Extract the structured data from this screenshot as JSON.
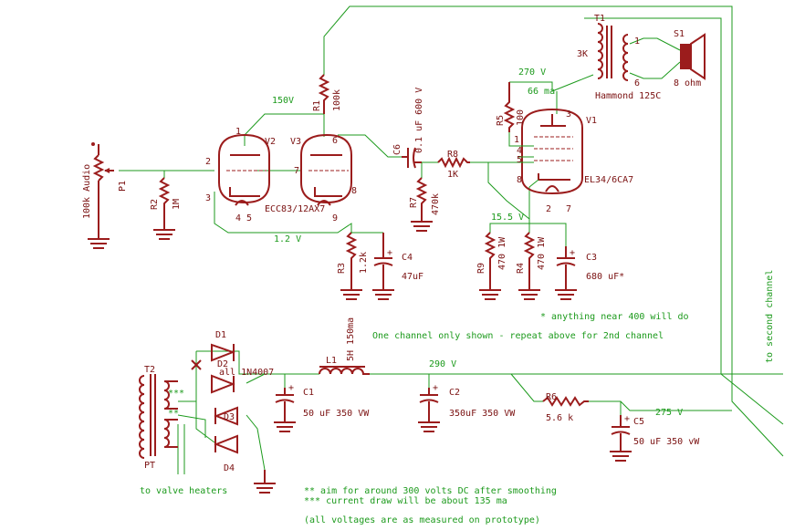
{
  "labels": {
    "v150": "150V",
    "v270": "270 V",
    "ma66": "66 ma",
    "v15_5": "15.5 V",
    "v1_2": "1.2 V",
    "v290": "290 V",
    "v275": "275 V",
    "p1_name": "P1",
    "p1_value": "100k Audio",
    "r2_name": "R2",
    "r2_value": "1M",
    "r1_name": "R1",
    "r1_value": "100k",
    "r3_name": "R3",
    "r3_value": "1.2k",
    "c4_name": "C4",
    "c4_value": "47uF",
    "tube_v2": "V2",
    "tube_v3": "V3",
    "tube_type": "ECC83/12AX7",
    "pin1": "1",
    "pin2": "2",
    "pin3": "3",
    "pin45": "4 5",
    "pin6": "6",
    "pin7": "7",
    "pin8": "8",
    "pin9": "9",
    "c6_name": "C6",
    "c6_value": "0.1 uF 600 V",
    "r7_name": "R7",
    "r7_value": "470k",
    "r8_name": "R8",
    "r8_value": "1K",
    "r5_name": "R5",
    "r5_value": "100",
    "v1_name": "V1",
    "v1_type": "EL34/6CA7",
    "v1_pin1": "1",
    "v1_pin2": "2",
    "v1_pin3": "3",
    "v1_pin4": "4",
    "v1_pin5": "5",
    "v1_pin7": "7",
    "v1_pin8": "8",
    "r9_name": "R9",
    "r9_value": "470 1W",
    "r4_name": "R4",
    "r4_value": "470 1W",
    "c3_name": "C3",
    "c3_value": "680 uF*",
    "t1_name": "T1",
    "t1_3k": "3K",
    "t1_pin1": "1",
    "t1_pin6": "6",
    "t1_model": "Hammond 125C",
    "s1_name": "S1",
    "s1_value": "8 ohm",
    "note_400v": "* anything near 400 will do",
    "note_channel": "One channel only shown - repeat above for 2nd channel",
    "to_second": "to second channel",
    "t2_name": "T2",
    "pt_name": "PT",
    "stars3": "***",
    "stars2": "**",
    "d1_name": "D1",
    "d2_name": "D2",
    "d3_name": "D3",
    "d4_name": "D4",
    "diode_type": "all 1N4007",
    "l1_name": "L1",
    "l1_value": "5H 150ma",
    "c1_name": "C1",
    "c1_value": "50 uF 350 VW",
    "c2_name": "C2",
    "c2_value": "350uF 350 VW",
    "r6_name": "R6",
    "r6_value": "5.6 k",
    "c5_name": "C5",
    "c5_value": "50 uF 350 vW",
    "heaters": "to valve heaters",
    "note_aim": "** aim for around 300 volts DC after smoothing",
    "note_current": "*** current draw will be about 135 ma",
    "note_proto": "(all voltages are as measured on prototype)",
    "plus": "+"
  }
}
